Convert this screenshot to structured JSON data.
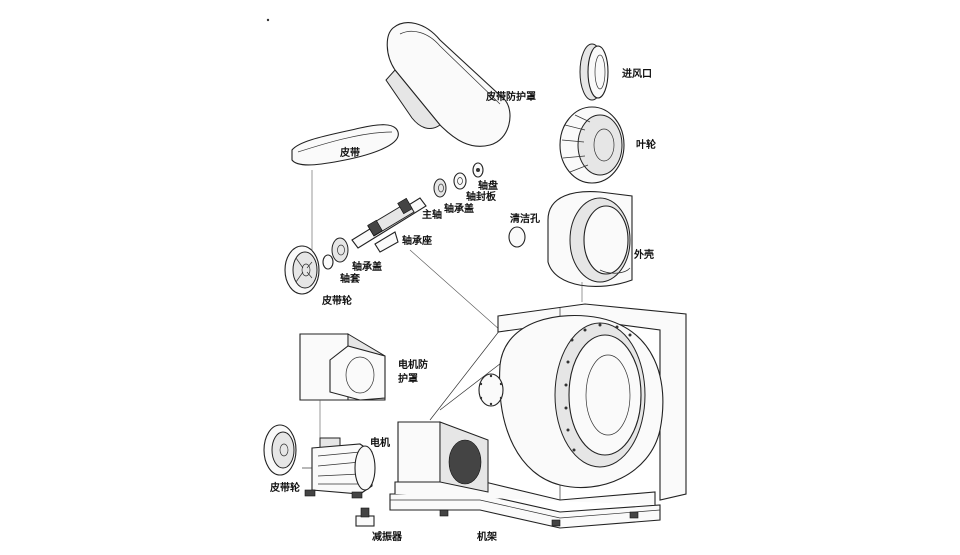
{
  "labels": {
    "belt_guard": "皮带防护罩",
    "inlet": "进风口",
    "impeller": "叶轮",
    "belt": "皮带",
    "hub": "轴盘",
    "shaft_plate": "轴封板",
    "bearing_cover_top": "轴承盖",
    "main_shaft": "主轴",
    "cleaning_hole": "清洁孔",
    "housing": "外壳",
    "bearing_seat": "轴承座",
    "bearing_cover_left": "轴承盖",
    "sleeve": "轴套",
    "pulley_top": "皮带轮",
    "motor_guard_line1": "电机防",
    "motor_guard_line2": "护罩",
    "motor": "电机",
    "pulley_bottom": "皮带轮",
    "damper": "减振器",
    "frame": "机架"
  }
}
